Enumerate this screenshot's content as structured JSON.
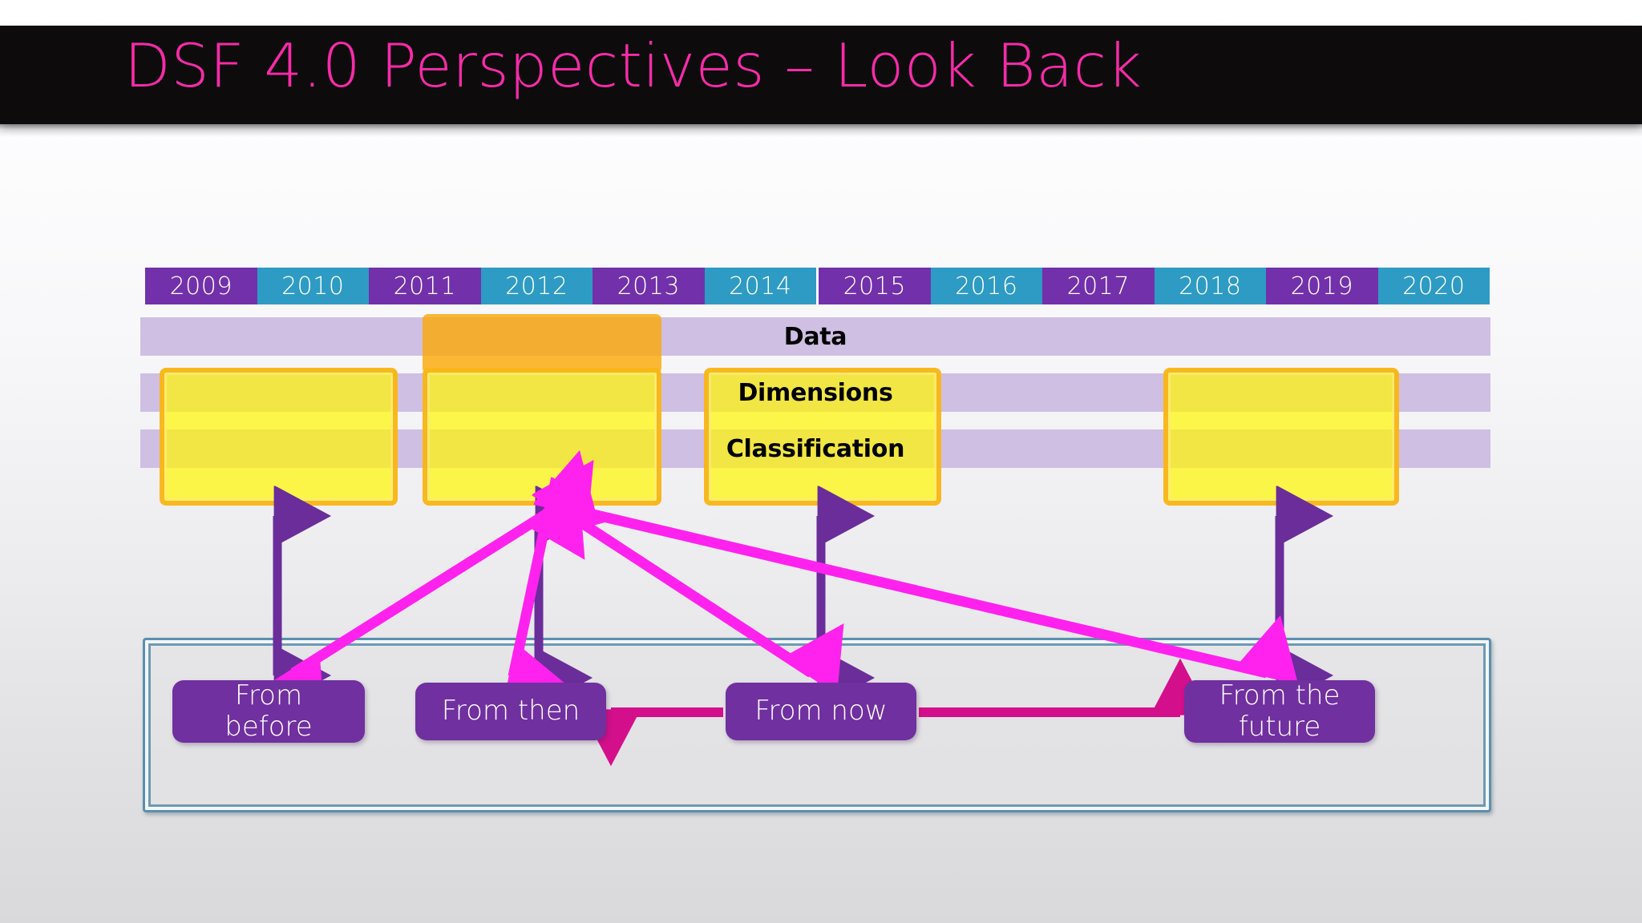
{
  "slide": {
    "title": "DSF 4.0 Perspectives – Look Back",
    "title_color": "#F72BA8",
    "title_bar_color": "#0D0B0C",
    "background": "#FFFFFF"
  },
  "timeline": {
    "name": "year-timeline",
    "colors": {
      "purple": "#7231AB",
      "teal": "#2E9BC4"
    },
    "years": [
      {
        "label": "2009",
        "style": "purple"
      },
      {
        "label": "2010",
        "style": "teal"
      },
      {
        "label": "2011",
        "style": "purple"
      },
      {
        "label": "2012",
        "style": "teal"
      },
      {
        "label": "2013",
        "style": "purple"
      },
      {
        "label": "2014",
        "style": "teal"
      },
      {
        "label": "2015",
        "style": "purple"
      },
      {
        "label": "2016",
        "style": "teal"
      },
      {
        "label": "2017",
        "style": "purple"
      },
      {
        "label": "2018",
        "style": "teal"
      },
      {
        "label": "2019",
        "style": "purple"
      },
      {
        "label": "2020",
        "style": "teal"
      }
    ]
  },
  "bands": {
    "color": "#CFBFE3",
    "rows": [
      {
        "label": "Data"
      },
      {
        "label": "Dimensions"
      },
      {
        "label": "Classification"
      }
    ]
  },
  "highlights": {
    "data_block_color": "#FAAA0A",
    "yellow_box_fill": "#FFF700",
    "yellow_box_border": "#F7AF19",
    "boxes": [
      {
        "name": "highlight-2009-2010"
      },
      {
        "name": "highlight-2011-2012"
      },
      {
        "name": "highlight-2014-2015"
      },
      {
        "name": "highlight-2018-2019"
      }
    ]
  },
  "perspectives": {
    "container_border": "#5B8FAE",
    "box_color": "#7030A0",
    "items": [
      {
        "label": "From\nbefore",
        "line1": "From",
        "line2": "before"
      },
      {
        "label": "From then",
        "line1": "From then",
        "line2": ""
      },
      {
        "label": "From now",
        "line1": "From now",
        "line2": ""
      },
      {
        "label": "From the\nfuture",
        "line1": "From the",
        "line2": "future"
      }
    ]
  },
  "arrows": {
    "purple_color": "#6A2D9A",
    "magenta_color": "#FF22EE",
    "pink_color": "#D40F8C",
    "vertical_links": [
      {
        "name": "arrow-before-to-2009"
      },
      {
        "name": "arrow-then-to-2011"
      },
      {
        "name": "arrow-now-to-2014"
      },
      {
        "name": "arrow-future-to-2018"
      }
    ],
    "converging_links": [
      {
        "name": "arrow-2011box-to-before"
      },
      {
        "name": "arrow-2011box-to-then"
      },
      {
        "name": "arrow-2011box-to-now"
      },
      {
        "name": "arrow-2011box-to-future"
      }
    ],
    "horizontal_links": [
      {
        "name": "arrow-now-to-then"
      },
      {
        "name": "arrow-now-to-future"
      }
    ]
  }
}
